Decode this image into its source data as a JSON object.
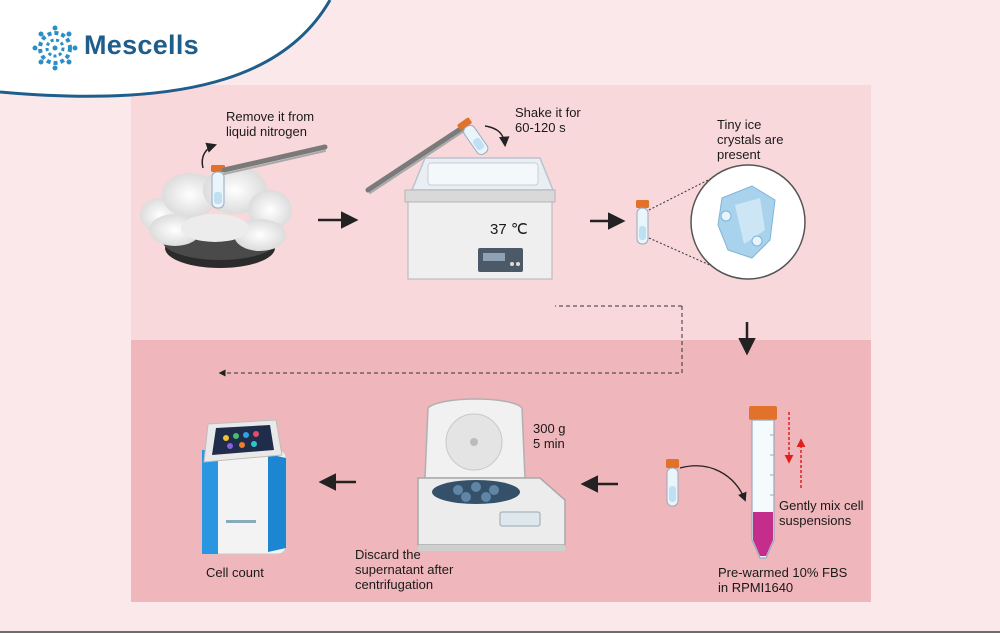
{
  "brand": {
    "name": "Mescells",
    "logo_color": "#2a8fc7",
    "text_color": "#1f5d8a"
  },
  "colors": {
    "background": "#fbe8ea",
    "top_panel": "#f9d9dc",
    "bottom_panel": "#eeb1b6",
    "arrow": "#222222",
    "red_arrow": "#e02020",
    "tube_cap": "#e2712b",
    "medium": "#c42d8c"
  },
  "steps": {
    "remove": "Remove it from\nliquid nitrogen",
    "shake": "Shake it for\n60-120 s",
    "temperature": "37 ℃",
    "ice": "Tiny ice\ncrystals are\npresent",
    "mix": "Gently mix cell\nsuspensions",
    "medium": "Pre-warmed 10% FBS\nin RPMI1640",
    "centrifuge": "300 g\n5 min",
    "discard": "Discard the\nsupernatant after\ncentrifugation",
    "count": "Cell count"
  },
  "icons": [
    "logo-icon",
    "dewar-icon",
    "forceps-icon",
    "water-bath-icon",
    "tube-icon",
    "ice-crystal-icon",
    "conical-tube-icon",
    "centrifuge-icon",
    "cell-counter-icon",
    "arrow-icon"
  ]
}
